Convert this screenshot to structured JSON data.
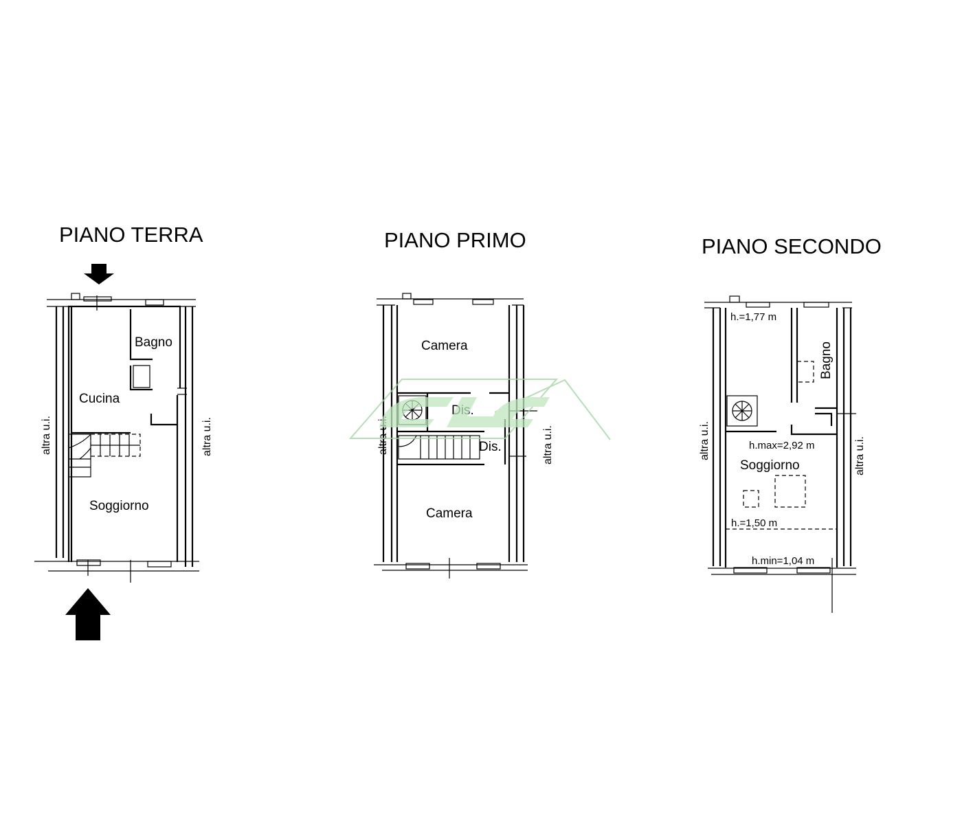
{
  "floors": {
    "ground": {
      "title": "PIANO TERRA",
      "rooms": {
        "bath": "Bagno",
        "kitchen": "Cucina",
        "living": "Soggiorno"
      },
      "side_left": "altra u.i.",
      "side_right": "altra u.i."
    },
    "first": {
      "title": "PIANO PRIMO",
      "rooms": {
        "bedroom_top": "Camera",
        "landing_upper": "Dis.",
        "landing_lower": "Dis.",
        "bedroom_bottom": "Camera"
      },
      "side_left": "altra u.i.",
      "side_right": "altra u.i."
    },
    "second": {
      "title": "PIANO SECONDO",
      "rooms": {
        "bath": "Bagno",
        "living": "Soggiorno"
      },
      "heights": {
        "h_top": "h.=1,77 m",
        "h_max": "h.max=2,92 m",
        "h_mid": "h.=1,50 m",
        "h_min": "h.min=1,04 m"
      },
      "side_left": "altra u.i.",
      "side_right": "altra u.i."
    }
  },
  "colors": {
    "line": "#000000",
    "watermark": "#9ed39e",
    "watermark_fill": "#bfe6bf"
  }
}
